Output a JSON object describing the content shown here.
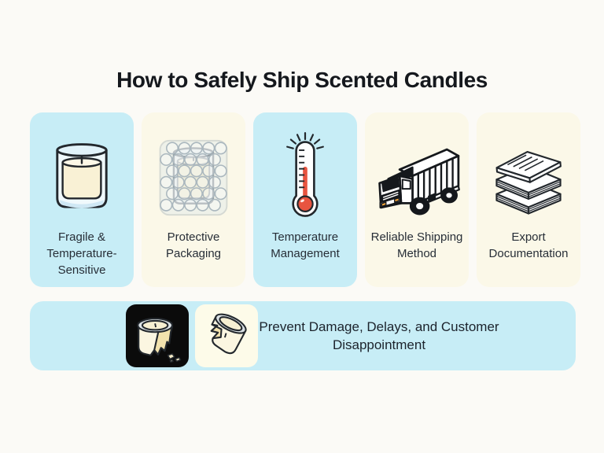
{
  "title": "How to Safely Ship Scented Candles",
  "cards": [
    {
      "label": "Fragile & Temperature-Sensitive",
      "icon": "candle-jar-icon",
      "bg": "#c7edf6"
    },
    {
      "label": "Protective Packaging",
      "icon": "bubble-wrap-candle-icon",
      "bg": "#fbf8e8"
    },
    {
      "label": "Temperature Management",
      "icon": "thermometer-icon",
      "bg": "#c7edf6"
    },
    {
      "label": "Reliable Shipping Method",
      "icon": "delivery-truck-icon",
      "bg": "#fbf8e8"
    },
    {
      "label": "Export Documentation",
      "icon": "document-stack-icon",
      "bg": "#fbf8e8"
    }
  ],
  "banner": {
    "text": "Prevent Damage, Delays, and Customer Disappointment",
    "bg": "#c7edf6",
    "icons": [
      "broken-candle-dark-icon",
      "broken-candle-tilted-icon"
    ],
    "tile_colors": [
      "#0b0b0b",
      "#fdfbe9"
    ]
  },
  "colors": {
    "page_bg": "#fbfaf6",
    "accent_blue": "#c7edf6",
    "accent_cream": "#fbf8e8",
    "text_dark": "#1c232c",
    "outline_dark": "#23282d",
    "thermometer_red": "#e85440",
    "headlight_orange": "#f3a53a",
    "wax_cream": "#f9f1d5"
  }
}
